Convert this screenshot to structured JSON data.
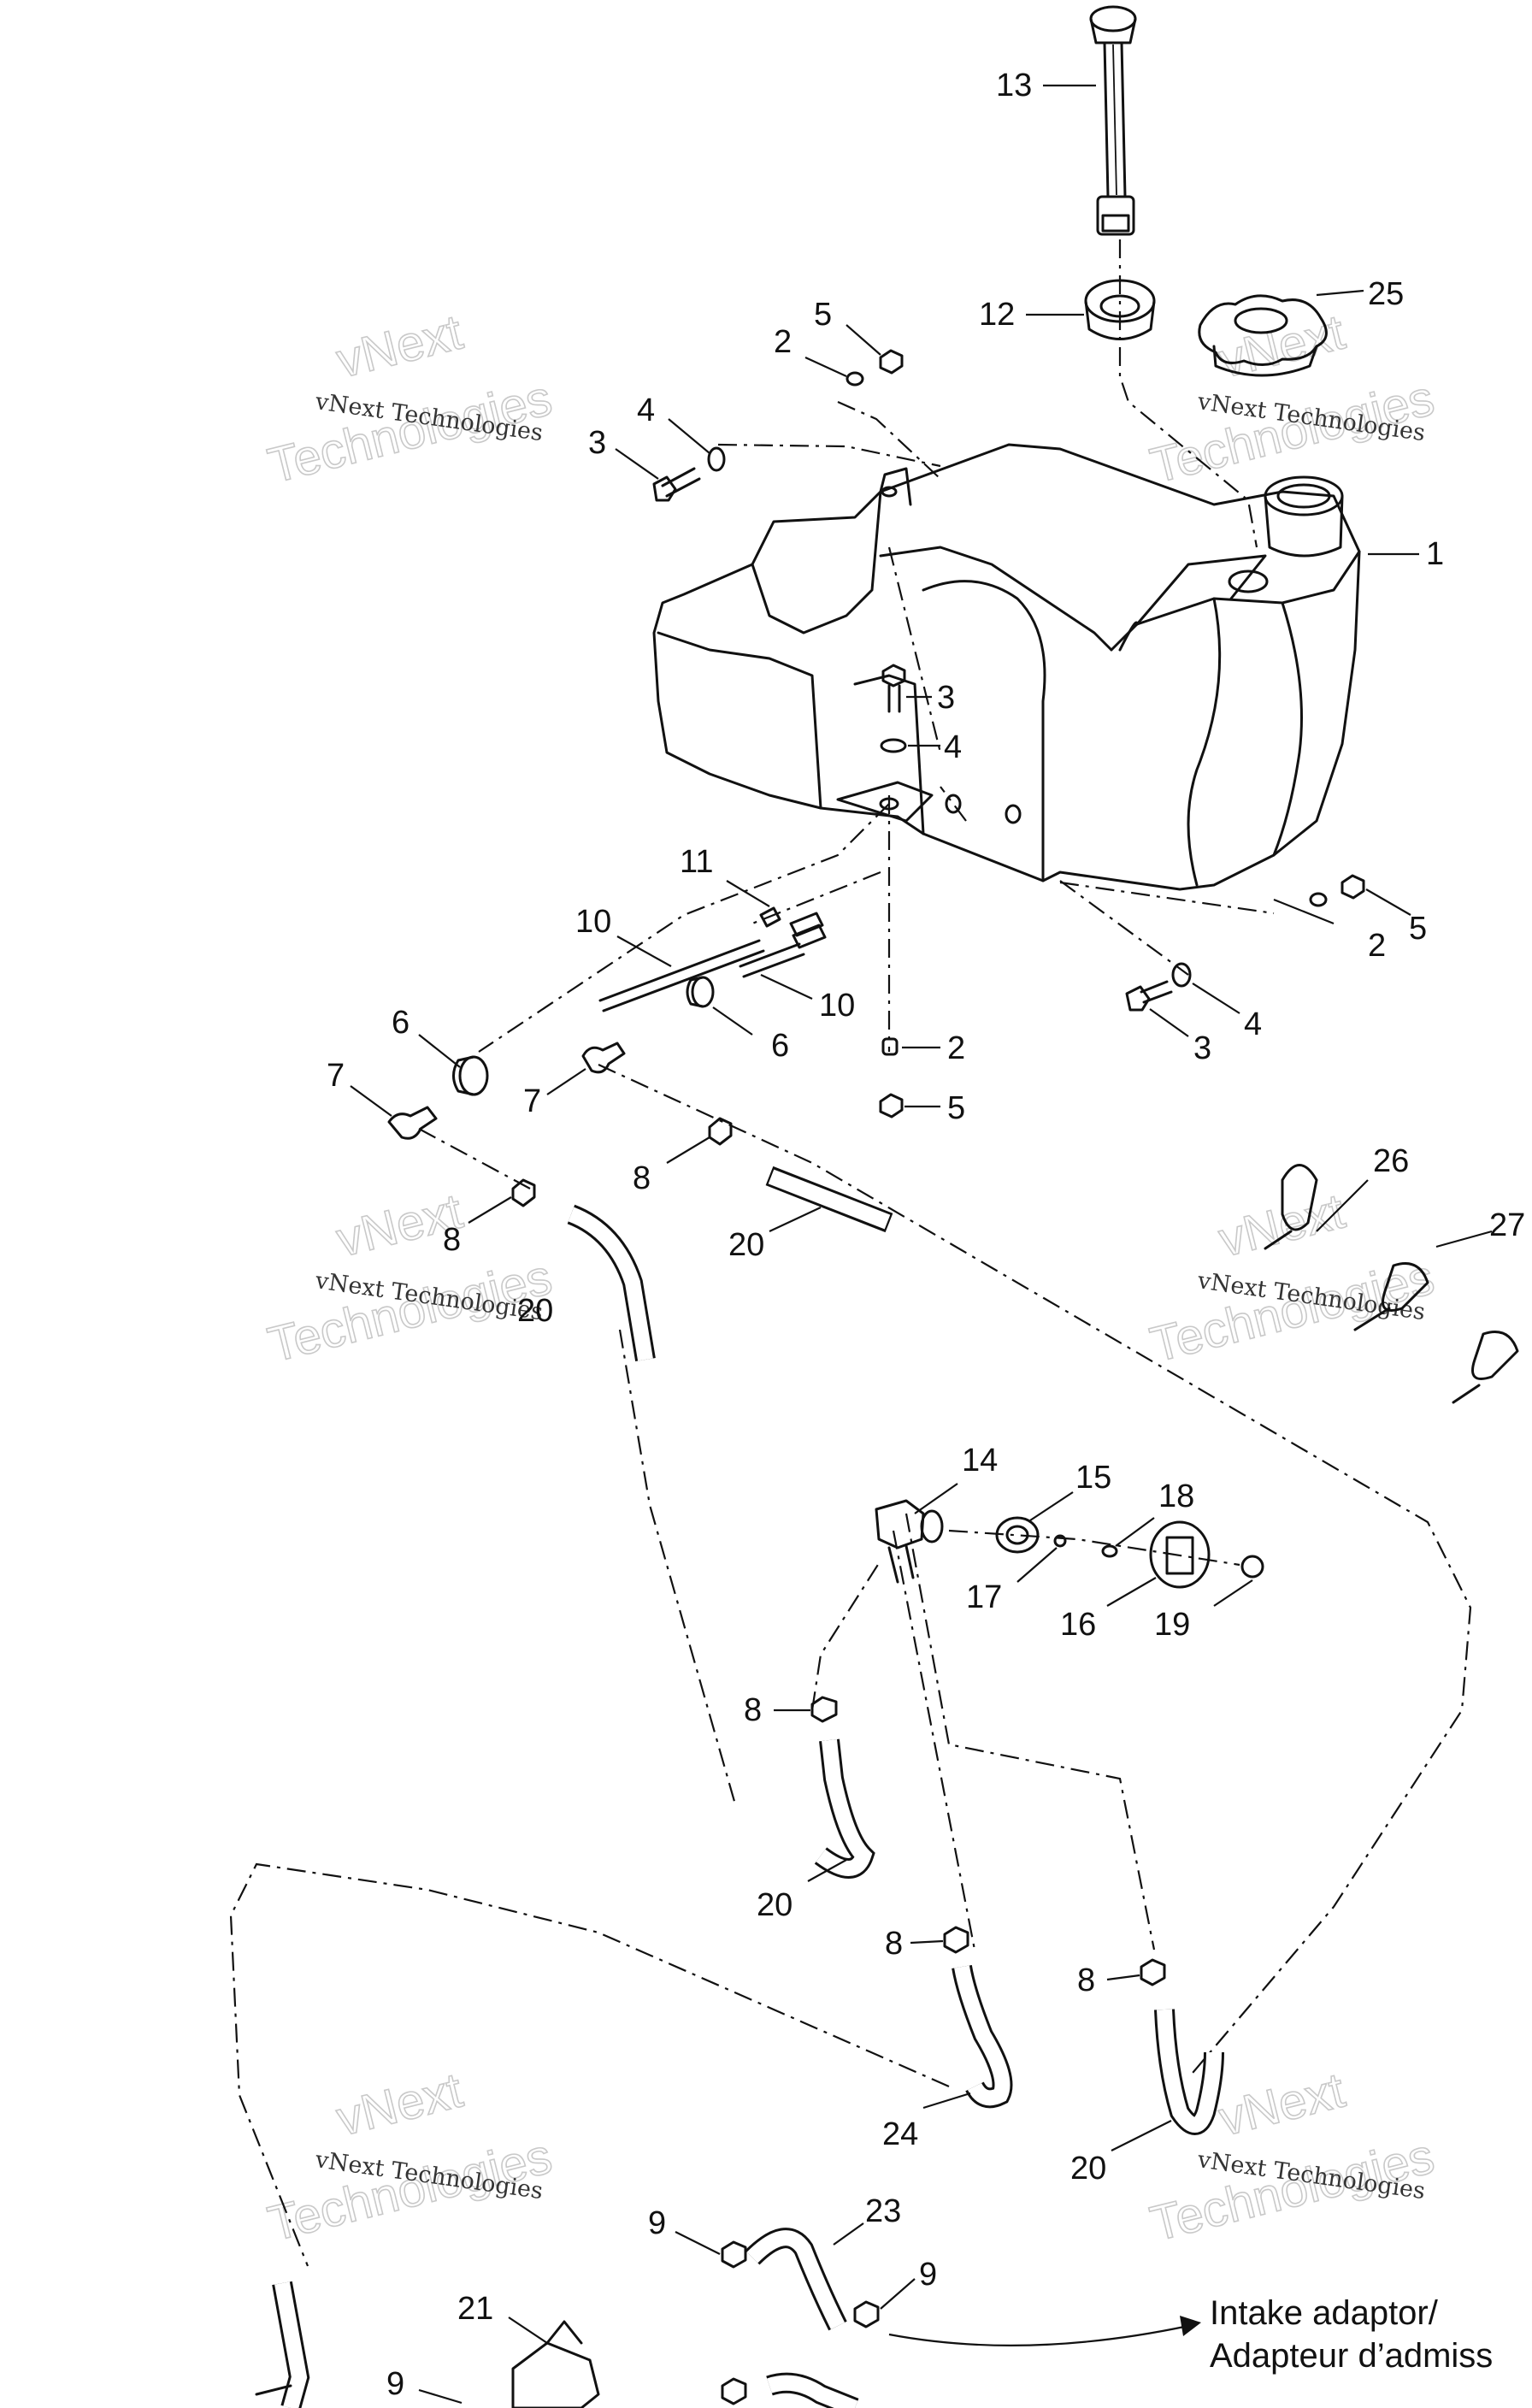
{
  "callouts": [
    {
      "id": "c13a",
      "text": "13"
    },
    {
      "id": "c12a",
      "text": "12"
    },
    {
      "id": "c25a",
      "text": "25"
    },
    {
      "id": "c5a",
      "text": "5"
    },
    {
      "id": "c2a",
      "text": "2"
    },
    {
      "id": "c4a",
      "text": "4"
    },
    {
      "id": "c3a",
      "text": "3"
    },
    {
      "id": "c1a",
      "text": "1"
    },
    {
      "id": "c3b",
      "text": "3"
    },
    {
      "id": "c4b",
      "text": "4"
    },
    {
      "id": "c11a",
      "text": "11"
    },
    {
      "id": "c10a",
      "text": "10"
    },
    {
      "id": "c10b",
      "text": "10"
    },
    {
      "id": "c6a",
      "text": "6"
    },
    {
      "id": "c6b",
      "text": "6"
    },
    {
      "id": "c7a",
      "text": "7"
    },
    {
      "id": "c7b",
      "text": "7"
    },
    {
      "id": "c2b",
      "text": "2"
    },
    {
      "id": "c5b",
      "text": "5"
    },
    {
      "id": "c2c",
      "text": "2"
    },
    {
      "id": "c5c",
      "text": "5"
    },
    {
      "id": "c4c",
      "text": "4"
    },
    {
      "id": "c3c",
      "text": "3"
    },
    {
      "id": "c8a",
      "text": "8"
    },
    {
      "id": "c8b",
      "text": "8"
    },
    {
      "id": "c20a",
      "text": "20"
    },
    {
      "id": "c20b",
      "text": "20"
    },
    {
      "id": "c26a",
      "text": "26"
    },
    {
      "id": "c27a",
      "text": "27"
    },
    {
      "id": "c14a",
      "text": "14"
    },
    {
      "id": "c15a",
      "text": "15"
    },
    {
      "id": "c18a",
      "text": "18"
    },
    {
      "id": "c17a",
      "text": "17"
    },
    {
      "id": "c16a",
      "text": "16"
    },
    {
      "id": "c19a",
      "text": "19"
    },
    {
      "id": "c8c",
      "text": "8"
    },
    {
      "id": "c20c",
      "text": "20"
    },
    {
      "id": "c8d",
      "text": "8"
    },
    {
      "id": "c8e",
      "text": "8"
    },
    {
      "id": "c24a",
      "text": "24"
    },
    {
      "id": "c20d",
      "text": "20"
    },
    {
      "id": "c23a",
      "text": "23"
    },
    {
      "id": "c9a",
      "text": "9"
    },
    {
      "id": "c9b",
      "text": "9"
    },
    {
      "id": "c21a",
      "text": "21"
    },
    {
      "id": "c9c",
      "text": "9"
    }
  ],
  "note": {
    "line1": "Intake adaptor/",
    "line2": "Adapteur d’admiss"
  },
  "watermark": {
    "line1": "vNext Technologies",
    "line2": "vNext",
    "line3": "Technologies"
  }
}
